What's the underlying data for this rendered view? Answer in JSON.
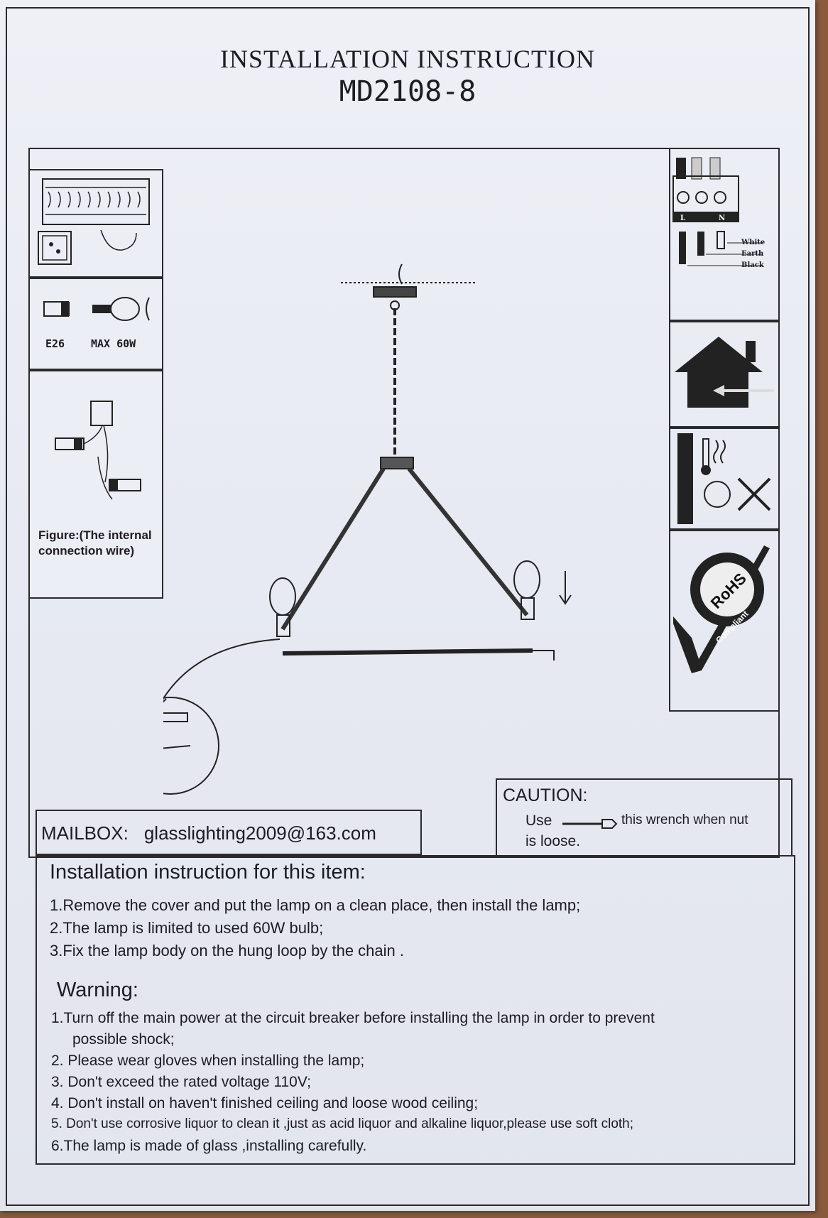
{
  "header": {
    "title": "INSTALLATION INSTRUCTION",
    "model": "MD2108-8"
  },
  "bulb_panel": {
    "socket_type": "E26",
    "max_wattage": "MAX 60W"
  },
  "wiring_panel": {
    "terminal_labels": [
      "L",
      "N"
    ],
    "wire_labels": [
      "White",
      "Earth",
      "Black"
    ]
  },
  "figure_caption": "Figure:(The internal connection wire)",
  "rohs": {
    "line1": "RoHS",
    "line2": "Compliant"
  },
  "mailbox": {
    "label": "MAILBOX:",
    "email": "glasslighting2009@163.com"
  },
  "caution": {
    "heading": "CAUTION:",
    "use": "Use",
    "rest": "this wrench when nut",
    "line2": "is loose."
  },
  "instructions": {
    "heading": "Installation instruction for this item:",
    "items": [
      "1.Remove the cover and put the lamp on a clean place, then install the lamp;",
      "2.The lamp is limited to used  60W bulb;",
      "3.Fix the lamp body on the  hung loop by the chain ."
    ]
  },
  "warning": {
    "heading": "Warning:",
    "items": [
      "1.Turn off the main power at the circuit breaker before installing the lamp in order to prevent",
      "possible shock;",
      "2. Please wear gloves when installing the lamp;",
      "3. Don't exceed the rated voltage 110V;",
      "4. Don't install on haven't finished ceiling and loose wood ceiling;",
      "5. Don't use corrosive liquor to clean it ,just as acid liquor and alkaline liquor,please use soft cloth;",
      "6.The lamp is made of  glass ,installing carefully."
    ]
  },
  "colors": {
    "ink": "#1c1c22",
    "paper": "#e9ecf3",
    "background": "#8a5a3e"
  }
}
